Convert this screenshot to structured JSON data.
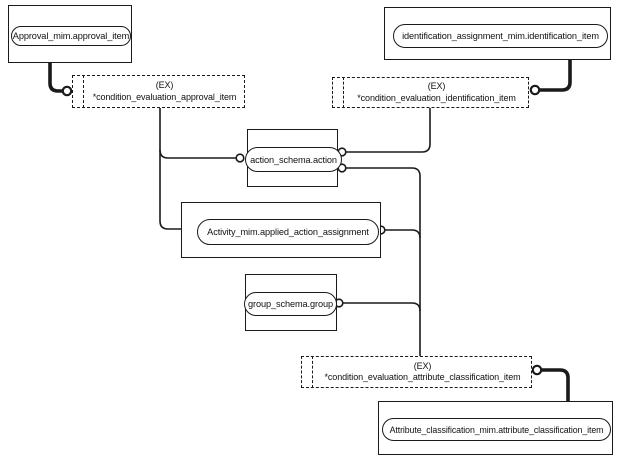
{
  "diagram": {
    "colors": {
      "line": "#1a1a1a",
      "background": "#ffffff"
    },
    "nodes": {
      "approval": {
        "label": "Approval_mim.approval_item"
      },
      "identification": {
        "label": "identification_assignment_mim.identification_item"
      },
      "cond_approval": {
        "tag": "(EX)",
        "label": "*condition_evaluation_approval_item"
      },
      "cond_identification": {
        "tag": "(EX)",
        "label": "*condition_evaluation_identification_item"
      },
      "action": {
        "label": "action_schema.action"
      },
      "activity": {
        "label": "Activity_mim.applied_action_assignment"
      },
      "group": {
        "label": "group_schema.group"
      },
      "cond_attribute": {
        "tag": "(EX)",
        "label": "*condition_evaluation_attribute_classification_item"
      },
      "attribute": {
        "label": "Attribute_classification_mim.attribute_classification_item"
      }
    },
    "edges": [
      {
        "from": "approval",
        "to": "cond_approval",
        "style": "thick",
        "terminal": "open-circle"
      },
      {
        "from": "identification",
        "to": "cond_identification",
        "style": "thick",
        "terminal": "open-circle"
      },
      {
        "from": "cond_approval",
        "to": "action",
        "style": "thin",
        "terminal": "open-circle"
      },
      {
        "from": "cond_approval",
        "to": "activity",
        "style": "thin",
        "terminal": "open-circle"
      },
      {
        "from": "cond_identification",
        "to": "action",
        "style": "thin",
        "terminal": "open-circle"
      },
      {
        "from": "action",
        "to": "cond_attribute",
        "style": "thin",
        "terminal": "open-circle"
      },
      {
        "from": "activity",
        "to": "cond_attribute",
        "style": "thin",
        "terminal": "open-circle"
      },
      {
        "from": "group",
        "to": "cond_attribute",
        "style": "thin",
        "terminal": "open-circle"
      },
      {
        "from": "attribute",
        "to": "cond_attribute",
        "style": "thick",
        "terminal": "open-circle"
      }
    ]
  }
}
